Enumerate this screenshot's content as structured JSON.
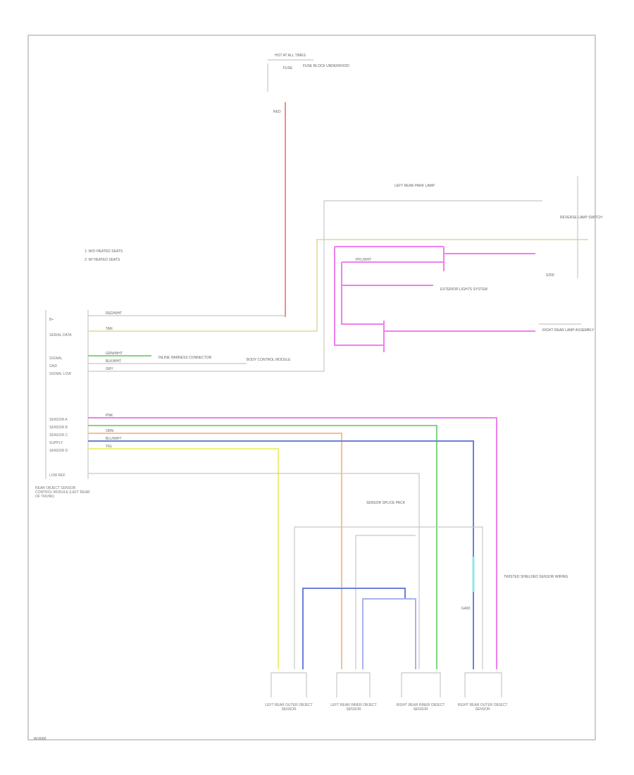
{
  "diagram": {
    "title_code": "W-0000",
    "fuse": {
      "label": "HOT AT ALL TIMES",
      "name": "FUSE",
      "block": "FUSE BLOCK UNDERHOOD",
      "wire": "RED"
    },
    "notes": [
      "1: W/O HEATED SEATS",
      "2: W/ HEATED SEATS"
    ],
    "module": {
      "name": "REAR OBJECT SENSOR CONTROL MODULE (LEFT REAR OF TRUNK)",
      "pins": [
        "B+",
        "SERIAL DATA",
        "SIGNAL",
        "GND",
        "SIGNAL LOW",
        "SENSOR A",
        "SENSOR B",
        "SENSOR C",
        "SUPPLY",
        "SENSOR D",
        "LOW REF"
      ]
    },
    "wires": {
      "red": "RED/WHT",
      "tan": "TAN",
      "green": "GRN/WHT",
      "black": "BLK/WHT",
      "grey": "GRY",
      "pink": "PNK",
      "orange": "ORN",
      "blue": "BLU/WHT",
      "yellow": "YEL",
      "purple": "PPL/WHT"
    },
    "components": {
      "body_module": "BODY CONTROL MODULE",
      "reverse_switch": "REVERSE LAMP SWITCH",
      "exterior_lights": "EXTERIOR LIGHTS SYSTEM",
      "inline": "INLINE HARNESS CONNECTOR",
      "splice": "S200",
      "ground": "G400",
      "park_lamp": "LEFT REAR PARK LAMP",
      "right_lamp": "RIGHT REAR LAMP ASSEMBLY",
      "shield": "TWISTED SHIELDED SENSOR WIRING",
      "splice_note": "SENSOR SPLICE PACK"
    },
    "sensors": [
      "LEFT REAR OUTER OBJECT SENSOR",
      "LEFT REAR INNER OBJECT SENSOR",
      "RIGHT REAR INNER OBJECT SENSOR",
      "RIGHT REAR OUTER OBJECT SENSOR"
    ],
    "colors": {
      "red": "#f28b8b",
      "tan": "#e8e0b0",
      "green": "#7fd67f",
      "pink": "#f07ff0",
      "orange": "#f5c08f",
      "blue": "#6b7fdc",
      "yellow": "#eef07a",
      "grey": "#c8c8c8"
    }
  }
}
